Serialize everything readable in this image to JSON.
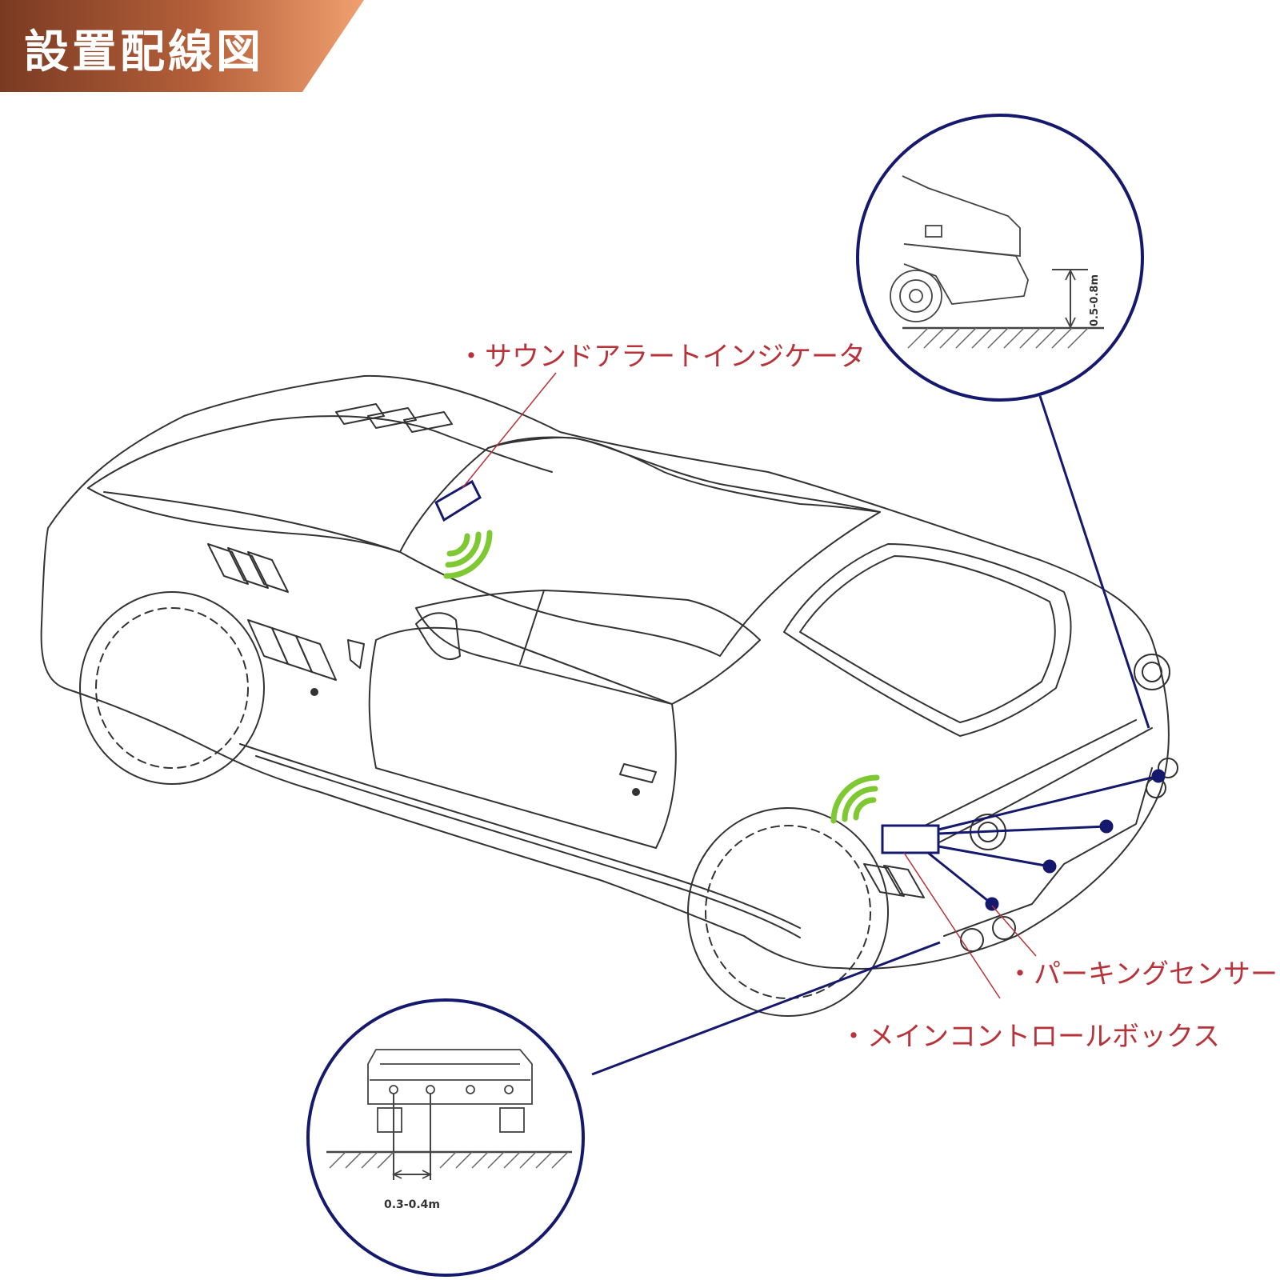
{
  "banner": {
    "title": "設置配線図",
    "gradient_left": "#7a3a22",
    "gradient_right": "#f0a070"
  },
  "labels": {
    "sound_indicator": "・サウンドアラートインジケータ",
    "parking_sensor": "・パーキングセンサー",
    "main_box": "・メインコントロールボックス"
  },
  "insets": {
    "top_right_dimension": "0.5-0.8m",
    "bottom_left_dimension": "0.3-0.4m"
  },
  "colors": {
    "label_red": "#b8323a",
    "navy": "#14196e",
    "signal_green": "#7ec832",
    "line": "#333333"
  },
  "icons": [
    "car-drawing",
    "signal-wave-icon",
    "sensor-dot-icon"
  ]
}
